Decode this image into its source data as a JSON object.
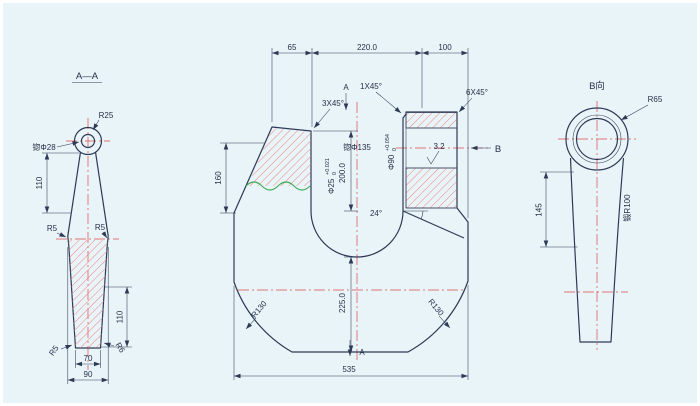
{
  "colors": {
    "bg": "#e8f4f8",
    "line": "#2e3a55",
    "ink": "#27304a",
    "red": "#e04848",
    "hatch": "#ee8383",
    "green": "#3fa94d"
  },
  "left_view": {
    "title": "A—A",
    "r25": "R25",
    "bore": "锪Φ28",
    "dim_110_upper": "110",
    "r5_left": "R5",
    "r5_right": "R5",
    "dim_110_lower": "110",
    "r5_bottom": "R5",
    "r6_bottom": "R6",
    "dim_70": "70",
    "dim_90": "90"
  },
  "main_view": {
    "dim_65": "65",
    "dim_220": "220.0",
    "dim_100": "100",
    "section_marker": "A",
    "chamfer_3x45": "3X45°",
    "chamfer_1x45": "1X45°",
    "chamfer_6x45": "6X45°",
    "spotface": "锪Φ135",
    "bore90": {
      "base": "Φ90",
      "upper": "+0.054",
      "lower": "0"
    },
    "hole25": {
      "base": "Φ25",
      "upper": "+0.021",
      "lower": "0"
    },
    "roughness": "3.2",
    "dim_160": "160",
    "dim_200": "200.0",
    "dim_225": "225.0",
    "angle_24": "24°",
    "r130_left": "R130",
    "r130_right": "R130",
    "dim_535": "535",
    "view_b_arrow": "B"
  },
  "right_view": {
    "title": "B向",
    "r65": "R65",
    "dim_145": "145",
    "r100": "锻R100"
  }
}
